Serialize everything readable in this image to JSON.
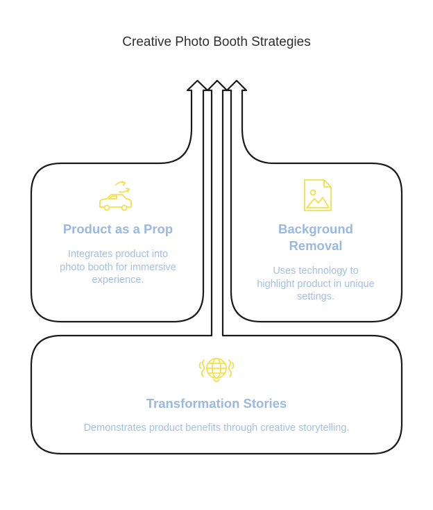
{
  "title": "Creative Photo Booth Strategies",
  "colors": {
    "outline": "#1a1a1a",
    "heading": "#9ab8e2",
    "body_text": "#a4bfe6",
    "icon": "#f2e04a",
    "title_text": "#2e2e2e"
  },
  "cards": [
    {
      "heading": "Product as a Prop",
      "description": "Integrates product into photo booth for immersive experience.",
      "icon": "car-arrows-icon"
    },
    {
      "heading": "Background Removal",
      "description": "Uses technology to highlight product in unique settings.",
      "icon": "image-file-icon"
    },
    {
      "heading": "Transformation Stories",
      "description": "Demonstrates product benefits through creative storytelling.",
      "icon": "globe-waves-icon"
    }
  ]
}
